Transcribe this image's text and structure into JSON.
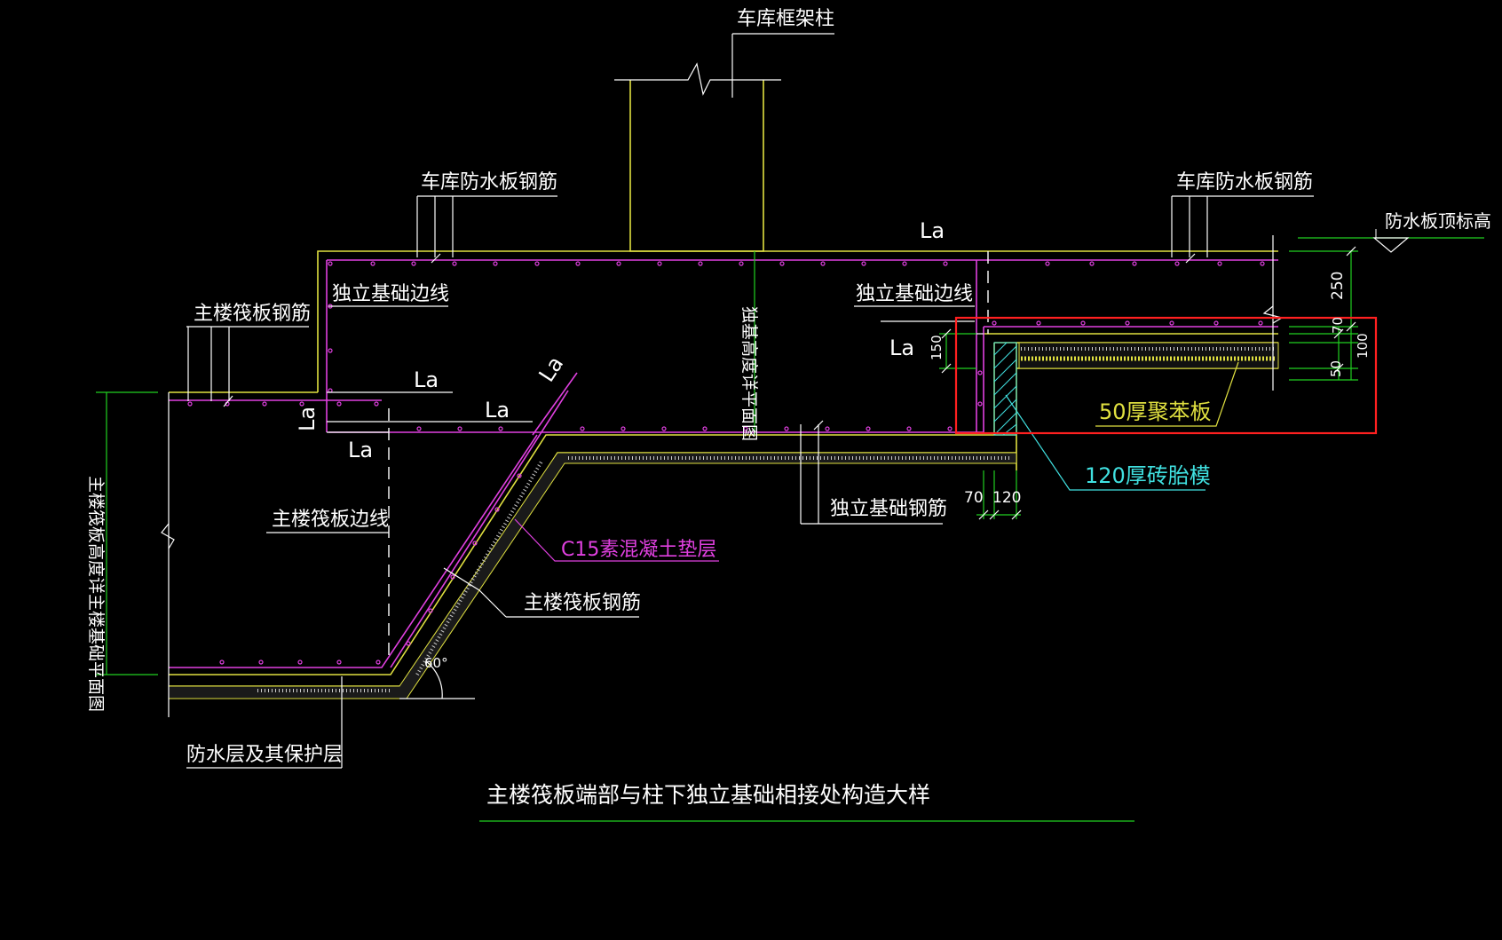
{
  "labels": {
    "garage_column": "车库框架柱",
    "garage_slab_rebar_left": "车库防水板钢筋",
    "garage_slab_rebar_right": "车库防水板钢筋",
    "slab_top_elev": "防水板顶标高",
    "main_raft_rebar_top": "主楼筏板钢筋",
    "iso_found_edge_left": "独立基础边线",
    "iso_found_edge_right": "独立基础边线",
    "iso_found_rebar": "独立基础钢筋",
    "main_raft_edge": "主楼筏板边线",
    "c15_cushion": "C15素混凝土垫层",
    "main_raft_rebar_slope": "主楼筏板钢筋",
    "waterproof_layer": "防水层及其保护层",
    "polystyrene": "50厚聚苯板",
    "brick_mold": "120厚砖胎模",
    "iso_found_height": "独基高度详平面图",
    "main_raft_height": "主楼筏板高度详主楼基础平面图",
    "drawing_title": "主楼筏板端部与柱下独立基础相接处构造大样"
  },
  "la": [
    "La",
    "La",
    "La",
    "La",
    "La",
    "La",
    "La"
  ],
  "dims": {
    "d250": "250",
    "d70a": "70",
    "d100": "100",
    "d50": "50",
    "d150": "150",
    "d70b": "70",
    "d120": "120"
  },
  "angle": "60°",
  "colors": {
    "yellow": "#e0e040",
    "magenta": "#e040e0",
    "green": "#20d020",
    "white": "#ffffff",
    "cyan": "#40e0e0",
    "red": "#ff2020"
  }
}
